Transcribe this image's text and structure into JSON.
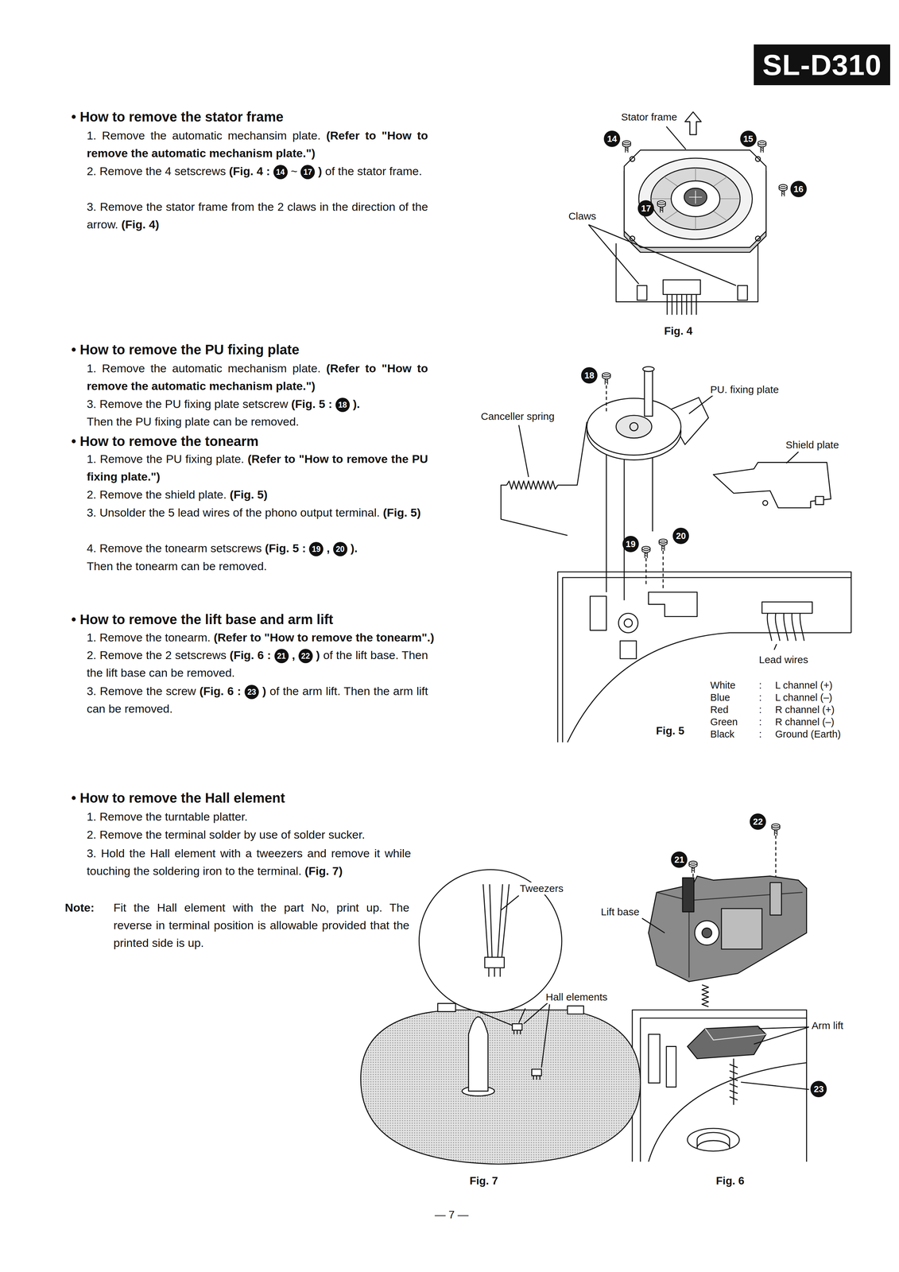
{
  "diagram": {
    "nodes": [
      {
        "text": [
          "SL-D310"
        ]
      }
    ],
    "labels": [
      "• How to remove the stator frame",
      "1. Remove the automatic mechansim plate.",
      "(Refer to \"How to remove the automatic mechanism plate.\")",
      "2. Remove the 4 setscrews",
      "(Fig. 4 :",
      "14",
      "~",
      "17",
      ")",
      "of the stator frame.",
      "3. Remove the stator frame from the 2 claws in the direction of the arrow.",
      "(Fig. 4)",
      "• How to remove the PU fixing plate",
      "1. Remove the automatic mechanism plate.",
      "(Refer to \"How to remove the automatic mechanism plate.\")",
      "3. Remove the PU fixing plate setscrew",
      "(Fig. 5 :",
      "18",
      ").",
      "Then the PU fixing plate can be removed.",
      "• How to remove the tonearm",
      "1. Remove the PU fixing plate.",
      "(Refer to \"How to remove the PU fixing plate.\")",
      "2. Remove the shield plate.",
      "(Fig. 5)",
      "3. Unsolder the 5 lead wires of the phono output terminal.",
      "(Fig. 5)",
      "4. Remove the tonearm setscrews",
      "(Fig. 5 :",
      "19",
      ",",
      "20",
      ").",
      "Then the tonearm can be removed.",
      "• How to remove the lift base and arm lift",
      "1. Remove the tonearm.",
      "(Refer to \"How to remove the tonearm\".)",
      "2. Remove the 2 setscrews",
      "(Fig. 6 :",
      "21",
      ",",
      "22",
      ")",
      "of the lift base. Then the lift base can be removed.",
      "3. Remove the screw",
      "(Fig. 6 :",
      "23",
      ")",
      "of the arm lift. Then the arm lift can be removed.",
      "• How to remove the Hall element",
      "1. Remove the turntable platter.",
      "2. Remove the terminal solder by use of solder sucker.",
      "3. Hold the Hall element with a tweezers and remove it while touching the soldering iron to the terminal.",
      "(Fig. 7)",
      "Note:",
      "Fit the Hall element with the part No, print up. The reverse in terminal position is allowable provided that the printed side is up.",
      "Stator frame",
      "14",
      "15",
      "16",
      "17",
      "Claws",
      "Fig. 4",
      "18",
      "PU. fixing plate",
      "Canceller spring",
      "Shield plate",
      "19",
      "20",
      "Lead wires",
      "White",
      ":",
      "L channel (+)",
      "Blue",
      ":",
      "L channel (–)",
      "Red",
      ":",
      "R channel (+)",
      "Green",
      ":",
      "R channel (–)",
      "Black",
      ":",
      "Ground (Earth)",
      "Fig. 5",
      "22",
      "21",
      "Lift base",
      "Arm lift",
      "23",
      "Fig. 6",
      "Tweezers",
      "Hall elements",
      "Fig. 7",
      "— 7 —"
    ]
  }
}
